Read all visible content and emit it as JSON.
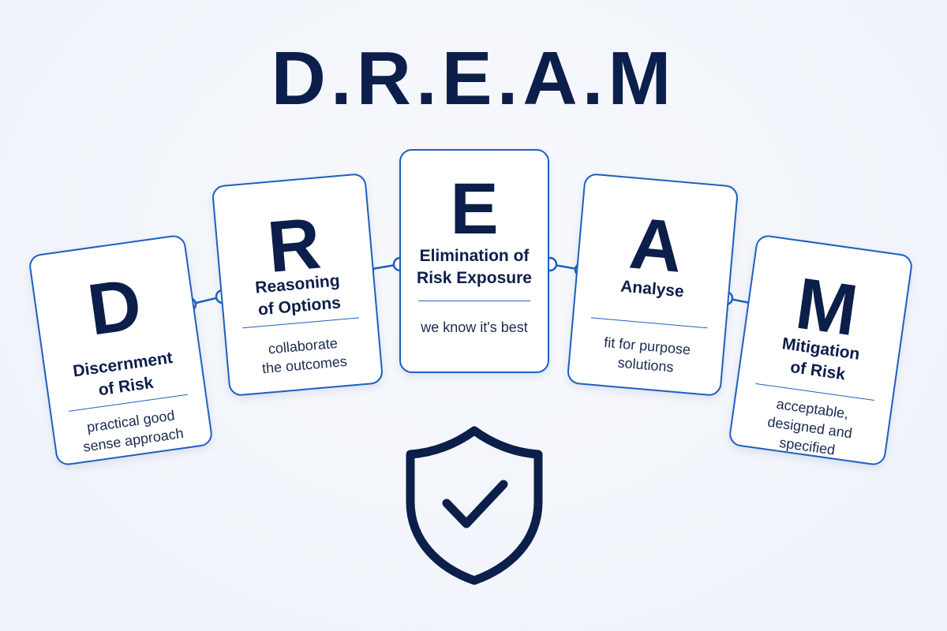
{
  "title": "D.R.E.A.M",
  "colors": {
    "navy": "#0c1e4a",
    "accent_blue": "#1f5fbf",
    "card_background": "#ffffff",
    "page_background": "#f1f5fb"
  },
  "cards": [
    {
      "letter": "D",
      "heading": [
        "Discernment",
        "of Risk"
      ],
      "description": [
        "practical good",
        "sense approach"
      ]
    },
    {
      "letter": "R",
      "heading": [
        "Reasoning",
        "of Options"
      ],
      "description": [
        "collaborate",
        "the outcomes"
      ]
    },
    {
      "letter": "E",
      "heading": [
        "Elimination of",
        "Risk Exposure"
      ],
      "description": [
        "we know it's best"
      ]
    },
    {
      "letter": "A",
      "heading": [
        "Analyse"
      ],
      "description": [
        "fit for purpose",
        "solutions"
      ]
    },
    {
      "letter": "M",
      "heading": [
        "Mitigation",
        "of Risk"
      ],
      "description": [
        "acceptable,",
        "designed and",
        "specified"
      ]
    }
  ],
  "icons": {
    "connector": "chain-link-icon",
    "shield": "shield-check-icon"
  }
}
